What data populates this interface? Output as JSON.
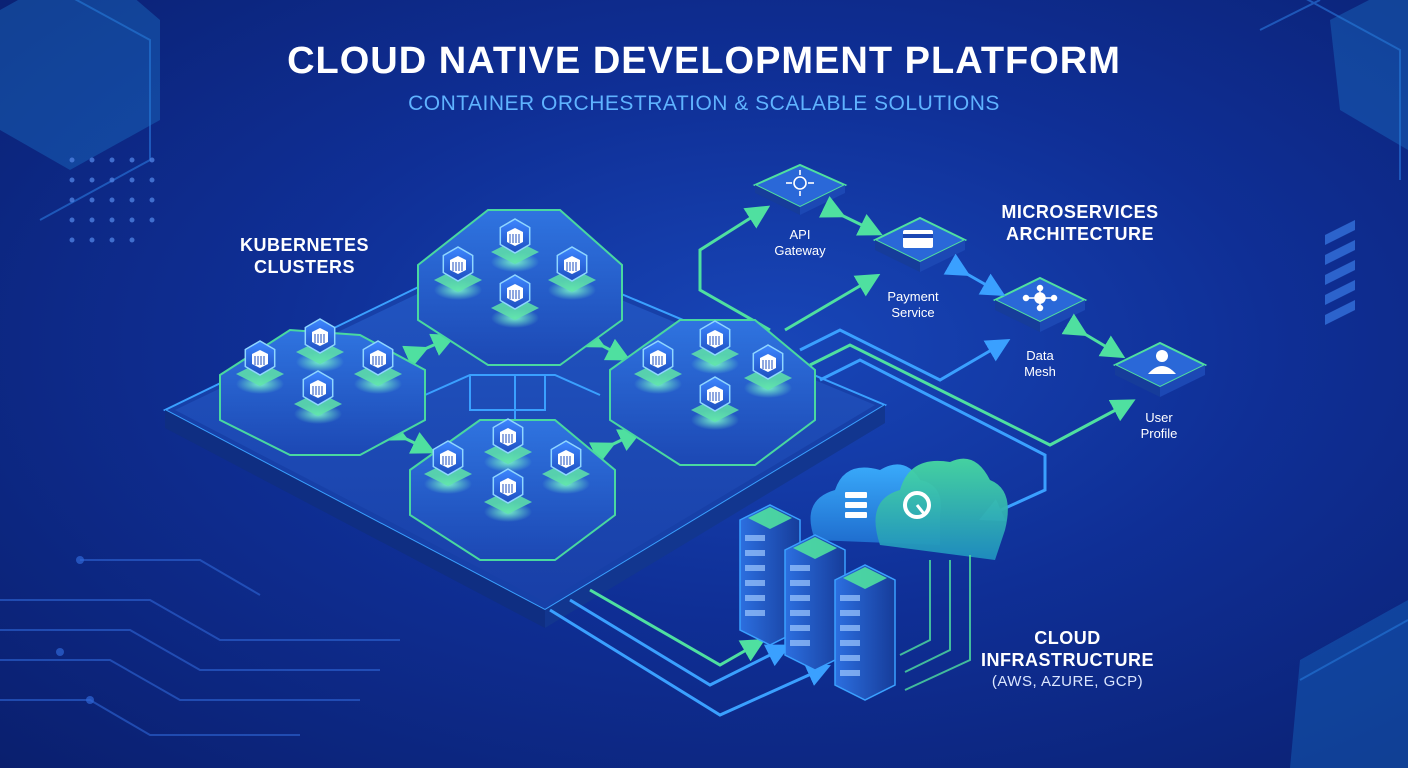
{
  "header": {
    "title": "CLOUD NATIVE DEVELOPMENT PLATFORM",
    "subtitle": "CONTAINER ORCHESTRATION & SCALABLE SOLUTIONS"
  },
  "kubernetes": {
    "label_line1": "KUBERNETES",
    "label_line2": "CLUSTERS"
  },
  "microservices": {
    "label_line1": "MICROSERVICES",
    "label_line2": "ARCHITECTURE",
    "services": [
      {
        "line1": "API",
        "line2": "Gateway",
        "icon": "gateway-icon"
      },
      {
        "line1": "Payment",
        "line2": "Service",
        "icon": "card-icon"
      },
      {
        "line1": "Data",
        "line2": "Mesh",
        "icon": "mesh-icon"
      },
      {
        "line1": "User",
        "line2": "Profile",
        "icon": "user-icon"
      }
    ]
  },
  "cloud": {
    "label_line1": "CLOUD",
    "label_line2": "INFRASTRUCTURE",
    "providers": "(AWS, AZURE, GCP)"
  },
  "colors": {
    "background": "#0f2f96",
    "accent_green": "#4fe0a0",
    "accent_blue": "#3aa0ff",
    "title": "#ffffff",
    "subtitle": "#5fb3ff"
  }
}
